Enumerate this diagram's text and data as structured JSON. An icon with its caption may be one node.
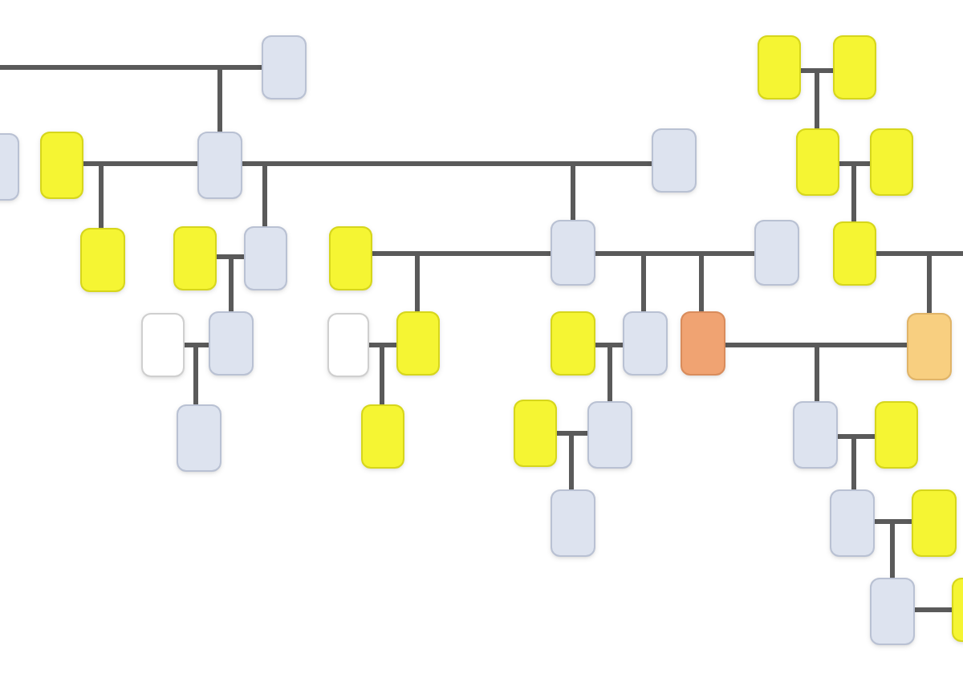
{
  "diagram": {
    "nodes": [
      {
        "text": [],
        "shape": "box"
      },
      {
        "text": [],
        "shape": "box"
      },
      {
        "text": [],
        "shape": "box"
      },
      {
        "text": [],
        "shape": "box"
      },
      {
        "text": [],
        "shape": "box"
      },
      {
        "text": [],
        "shape": "box"
      },
      {
        "text": [],
        "shape": "box"
      },
      {
        "text": [],
        "shape": "box"
      },
      {
        "text": [],
        "shape": "box"
      },
      {
        "text": [],
        "shape": "box"
      },
      {
        "text": [],
        "shape": "box"
      },
      {
        "text": [],
        "shape": "box"
      },
      {
        "text": [],
        "shape": "box"
      },
      {
        "text": [],
        "shape": "box"
      },
      {
        "text": [],
        "shape": "box"
      },
      {
        "text": [],
        "shape": "box"
      },
      {
        "text": [],
        "shape": "box"
      },
      {
        "text": [],
        "shape": "box"
      },
      {
        "text": [],
        "shape": "box"
      },
      {
        "text": [],
        "shape": "box"
      },
      {
        "text": [],
        "shape": "box"
      },
      {
        "text": [],
        "shape": "box"
      },
      {
        "text": [],
        "shape": "box"
      },
      {
        "text": [],
        "shape": "box"
      },
      {
        "text": [],
        "shape": "box"
      },
      {
        "text": [],
        "shape": "box"
      },
      {
        "text": [],
        "shape": "box"
      },
      {
        "text": [],
        "shape": "box"
      },
      {
        "text": [],
        "shape": "box"
      },
      {
        "text": [],
        "shape": "box"
      },
      {
        "text": [],
        "shape": "box"
      },
      {
        "text": [],
        "shape": "box"
      },
      {
        "text": [],
        "shape": "box"
      },
      {
        "text": [],
        "shape": "box"
      },
      {
        "text": [],
        "shape": "box"
      }
    ],
    "edges": [
      {
        "from": null,
        "to": 0,
        "arrow": "none"
      },
      {
        "from": 0,
        "to": 3,
        "arrow": "none"
      },
      {
        "from": 2,
        "to": 3,
        "arrow": "none"
      },
      {
        "from": 2,
        "to": 4,
        "arrow": "none"
      },
      {
        "from": 3,
        "to": 4,
        "arrow": "none"
      },
      {
        "from": 3,
        "to": 10,
        "arrow": "none"
      },
      {
        "from": 3,
        "to": 6,
        "arrow": "none"
      },
      {
        "from": 10,
        "to": 6,
        "arrow": "none"
      },
      {
        "from": 3,
        "to": 11,
        "arrow": "none"
      },
      {
        "from": 10,
        "to": 11,
        "arrow": "none"
      },
      {
        "from": 5,
        "to": 6,
        "arrow": "none"
      },
      {
        "from": 5,
        "to": 8,
        "arrow": "none"
      },
      {
        "from": 6,
        "to": 8,
        "arrow": "none"
      },
      {
        "from": 7,
        "to": 8,
        "arrow": "none"
      },
      {
        "from": 7,
        "to": 9,
        "arrow": "none"
      },
      {
        "from": 8,
        "to": 9,
        "arrow": "none"
      },
      {
        "from": 12,
        "to": 11,
        "arrow": "none"
      },
      {
        "from": 12,
        "to": 14,
        "arrow": "none"
      },
      {
        "from": 11,
        "to": 14,
        "arrow": "none"
      },
      {
        "from": 13,
        "to": 14,
        "arrow": "none"
      },
      {
        "from": 13,
        "to": 15,
        "arrow": "none"
      },
      {
        "from": 14,
        "to": 15,
        "arrow": "none"
      },
      {
        "from": 11,
        "to": 16,
        "arrow": "none"
      },
      {
        "from": 11,
        "to": 18,
        "arrow": "none"
      },
      {
        "from": 16,
        "to": 18,
        "arrow": "none"
      },
      {
        "from": 11,
        "to": 19,
        "arrow": "none"
      },
      {
        "from": 16,
        "to": 19,
        "arrow": "none"
      },
      {
        "from": 17,
        "to": 18,
        "arrow": "none"
      },
      {
        "from": 17,
        "to": 21,
        "arrow": "none"
      },
      {
        "from": 18,
        "to": 21,
        "arrow": "none"
      },
      {
        "from": 20,
        "to": 21,
        "arrow": "none"
      },
      {
        "from": 20,
        "to": 22,
        "arrow": "none"
      },
      {
        "from": 21,
        "to": 22,
        "arrow": "none"
      },
      {
        "from": 23,
        "to": 24,
        "arrow": "none"
      },
      {
        "from": 23,
        "to": 25,
        "arrow": "none"
      },
      {
        "from": 24,
        "to": 25,
        "arrow": "none"
      },
      {
        "from": 25,
        "to": 26,
        "arrow": "none"
      },
      {
        "from": 25,
        "to": 27,
        "arrow": "none"
      },
      {
        "from": 26,
        "to": 27,
        "arrow": "none"
      },
      {
        "from": 27,
        "to": null,
        "arrow": "none"
      },
      {
        "from": 27,
        "to": 28,
        "arrow": "none"
      },
      {
        "from": 19,
        "to": 28,
        "arrow": "none"
      },
      {
        "from": 19,
        "to": 29,
        "arrow": "none"
      },
      {
        "from": 28,
        "to": 29,
        "arrow": "none"
      },
      {
        "from": 29,
        "to": 30,
        "arrow": "none"
      },
      {
        "from": 29,
        "to": 31,
        "arrow": "none"
      },
      {
        "from": 30,
        "to": 31,
        "arrow": "none"
      },
      {
        "from": 31,
        "to": 32,
        "arrow": "none"
      },
      {
        "from": 31,
        "to": 33,
        "arrow": "none"
      },
      {
        "from": 32,
        "to": 33,
        "arrow": "none"
      },
      {
        "from": 33,
        "to": 34,
        "arrow": "none"
      }
    ]
  }
}
